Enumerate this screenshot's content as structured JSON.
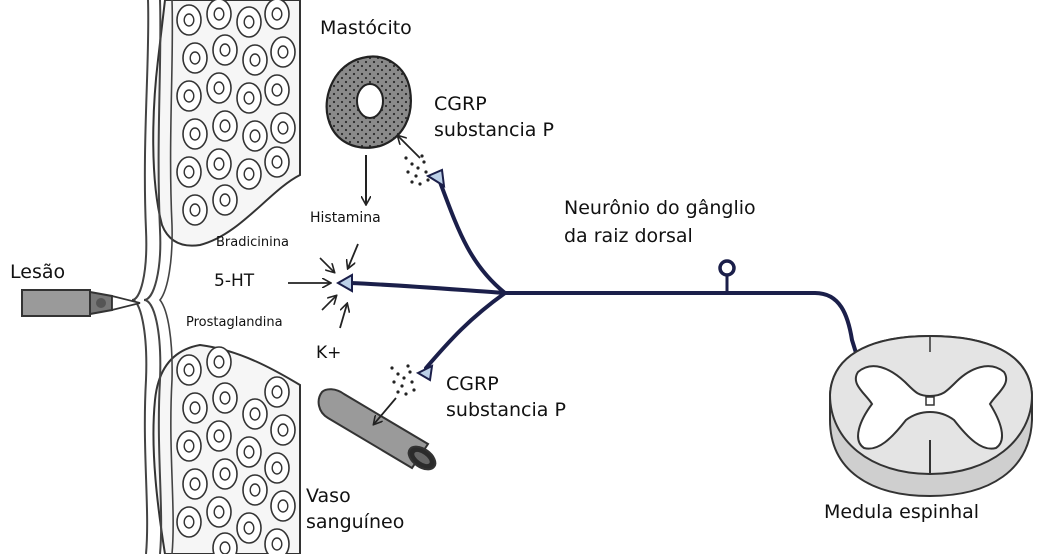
{
  "labels": {
    "mastocito": "Mastócito",
    "cgrp_top_line1": "CGRP",
    "cgrp_top_line2": "substancia P",
    "histamina": "Histamina",
    "neuronio_line1": "Neurônio do gânglio",
    "neuronio_line2": "da raiz dorsal",
    "bradicinina": "Bradicinina",
    "lesao": "Lesão",
    "serotonina": "5-HT",
    "prostaglandina": "Prostaglandina",
    "potassio": "K+",
    "cgrp_bottom_line1": "CGRP",
    "cgrp_bottom_line2": "substancia P",
    "vaso_line1": "Vaso",
    "vaso_line2": "sanguíneo",
    "medula": "Medula espinhal"
  },
  "colors": {
    "nerve": "#1b1f4a",
    "ink": "#222222",
    "tissue_fill": "#f2f2f2",
    "mast_fill": "#8a8a8a",
    "terminal_fill": "#bcd0e8",
    "cord_outer": "#d9d9d9",
    "cord_grey": "#ffffff"
  }
}
